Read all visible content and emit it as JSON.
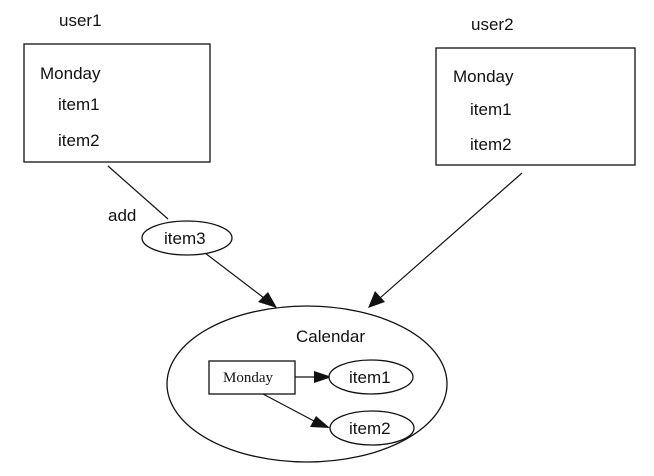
{
  "user1": {
    "name": "user1",
    "day": "Monday",
    "items": [
      "item1",
      "item2"
    ]
  },
  "user2": {
    "name": "user2",
    "day": "Monday",
    "items": [
      "item1",
      "item2"
    ]
  },
  "add_action": {
    "label": "add",
    "item": "item3"
  },
  "calendar": {
    "title": "Calendar",
    "day": "Monday",
    "items": [
      "item1",
      "item2"
    ]
  }
}
